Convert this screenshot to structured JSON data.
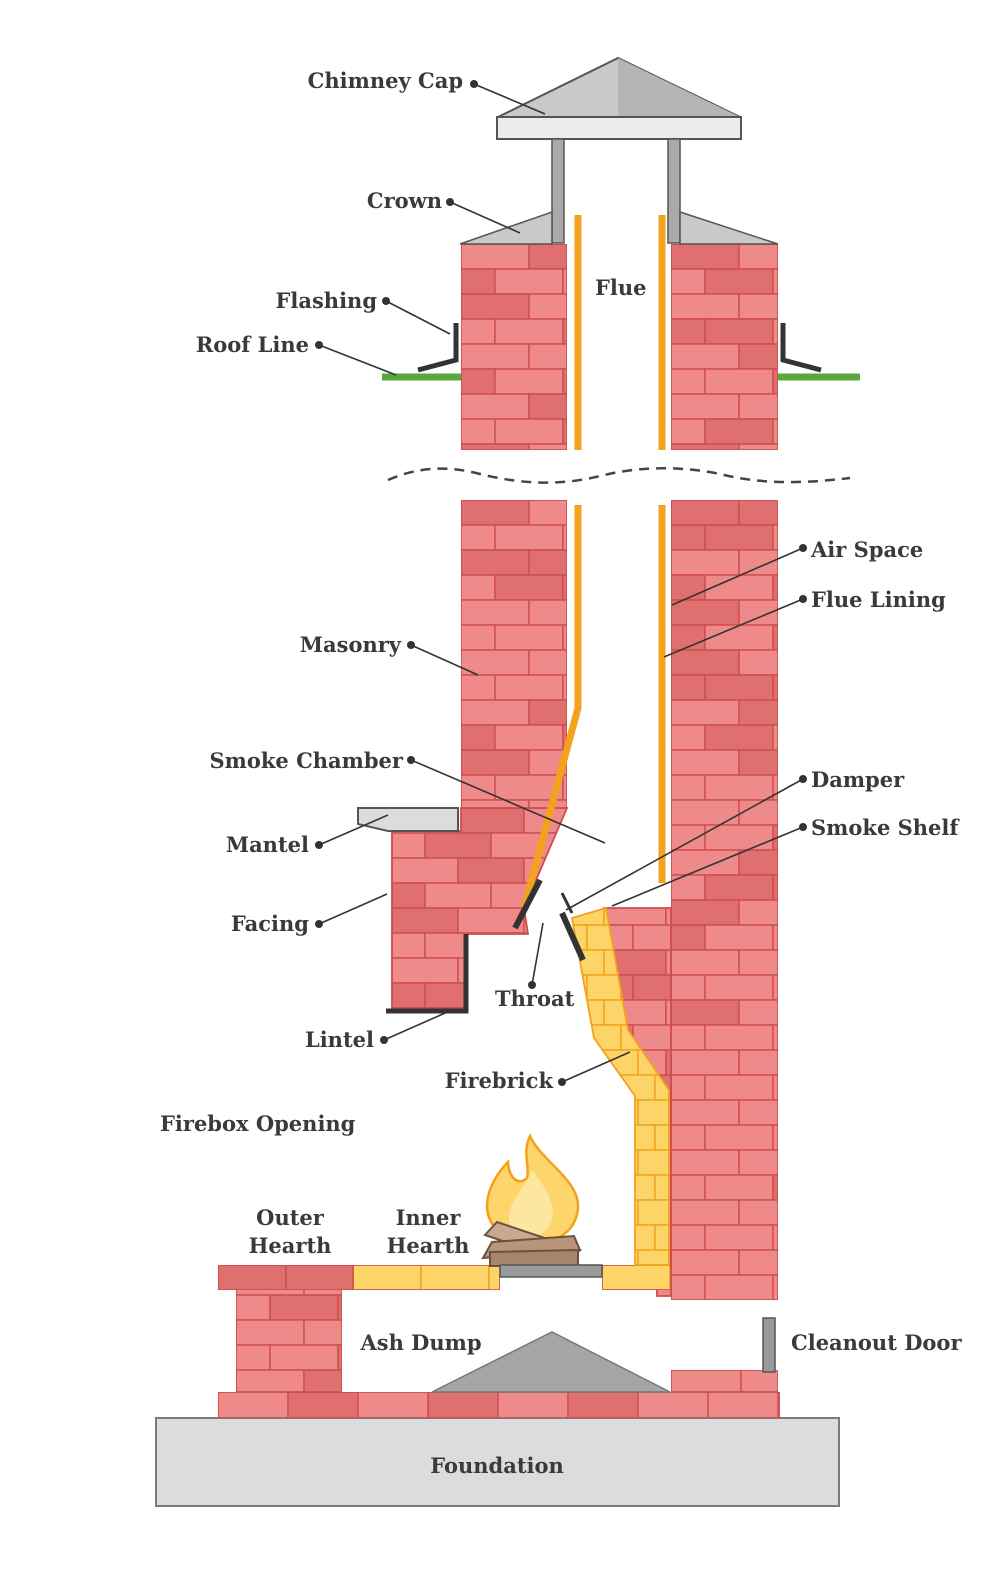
{
  "labels": {
    "chimney_cap": "Chimney Cap",
    "crown": "Crown",
    "flue": "Flue",
    "flashing": "Flashing",
    "roof_line": "Roof Line",
    "air_space": "Air Space",
    "flue_lining": "Flue Lining",
    "masonry": "Masonry",
    "smoke_chamber": "Smoke Chamber",
    "damper": "Damper",
    "smoke_shelf": "Smoke Shelf",
    "mantel": "Mantel",
    "facing": "Facing",
    "throat": "Throat",
    "lintel": "Lintel",
    "firebrick": "Firebrick",
    "firebox_opening": "Firebox Opening",
    "outer_hearth_1": "Outer",
    "outer_hearth_2": "Hearth",
    "inner_hearth_1": "Inner",
    "inner_hearth_2": "Hearth",
    "ash_dump": "Ash Dump",
    "cleanout_door": "Cleanout Door",
    "foundation": "Foundation"
  },
  "colors": {
    "brick": "#ee8a8a",
    "mortar": "#cc4d4d",
    "firebrick": "#fcd468",
    "flue_lining": "#f2a21c",
    "roof": "#5aa83c",
    "metal": "#c8c8c8",
    "foundation": "#dcdcdc"
  }
}
